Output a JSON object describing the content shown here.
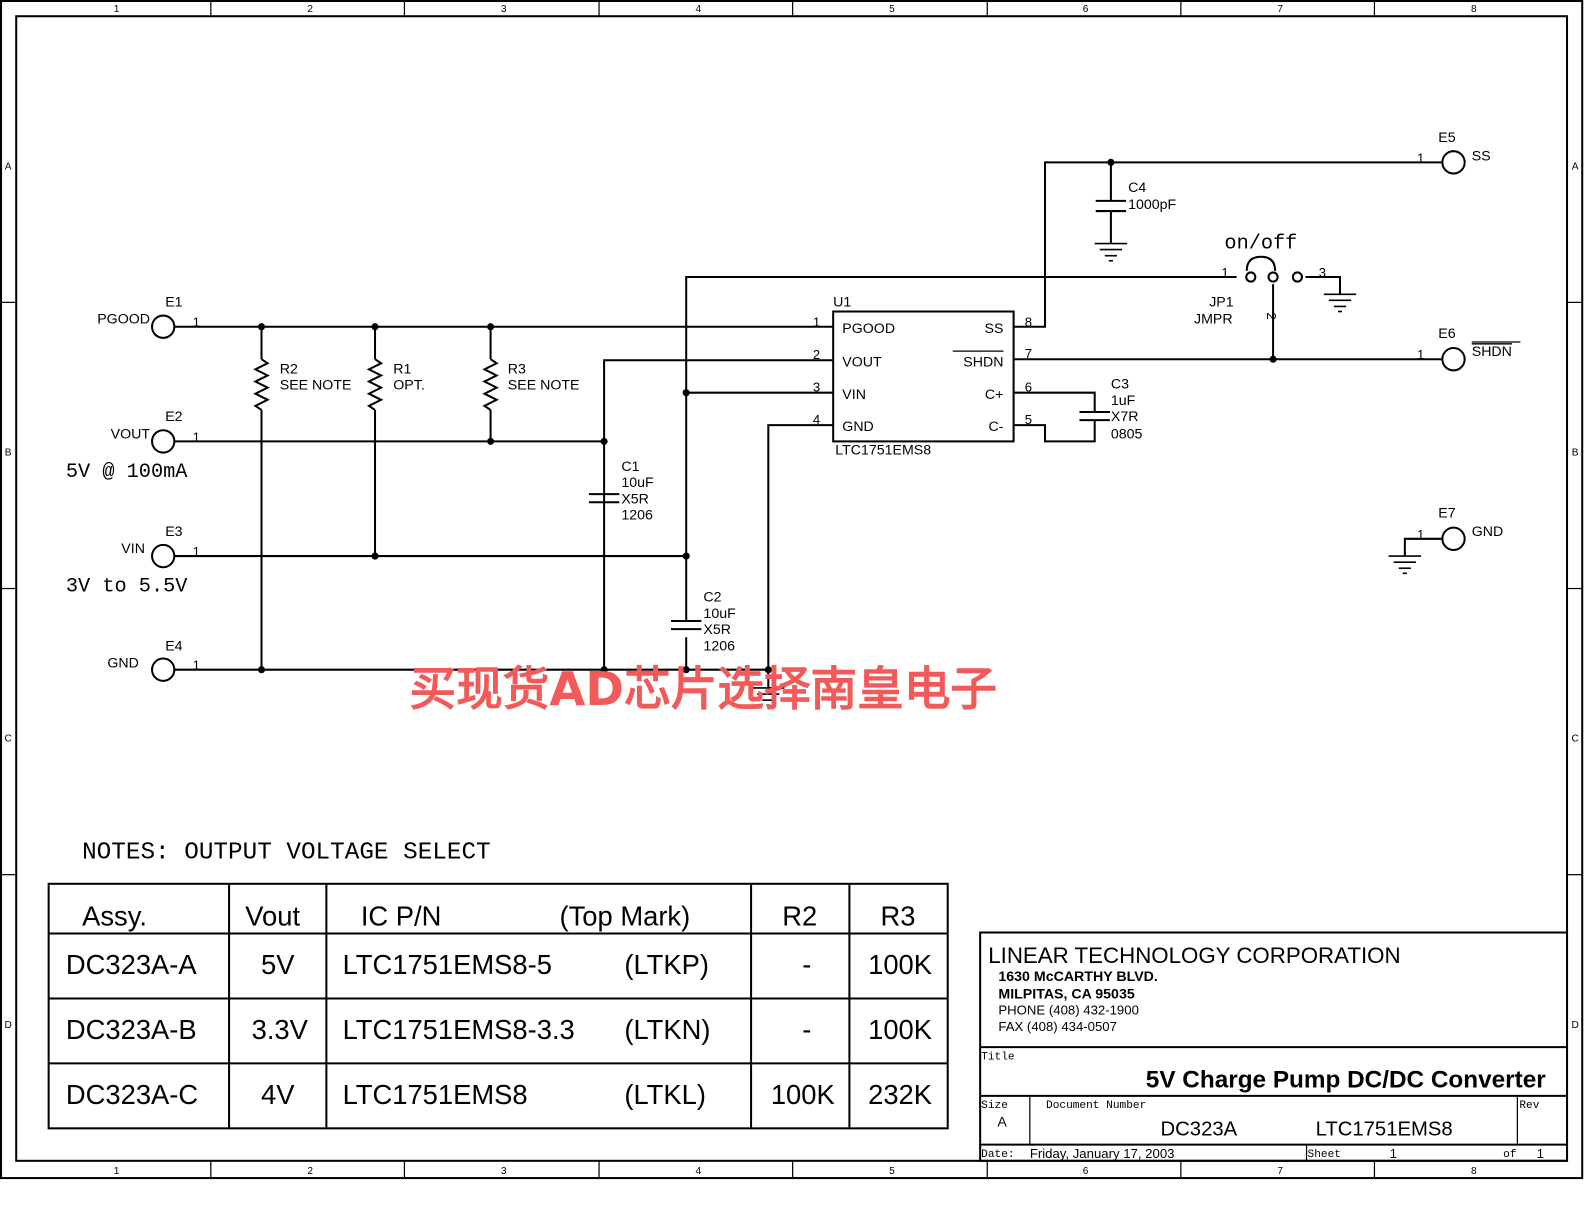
{
  "border": {
    "columns": [
      "1",
      "2",
      "3",
      "4",
      "5",
      "6",
      "7",
      "8"
    ],
    "rows": [
      "A",
      "B",
      "C",
      "D"
    ]
  },
  "terminals": {
    "e1": {
      "ref": "E1",
      "net": "PGOOD",
      "pin": "1"
    },
    "e2": {
      "ref": "E2",
      "net": "VOUT",
      "pin": "1",
      "note": "5V @ 100mA"
    },
    "e3": {
      "ref": "E3",
      "net": "VIN",
      "pin": "1",
      "note": "3V to 5.5V"
    },
    "e4": {
      "ref": "E4",
      "net": "GND",
      "pin": "1"
    },
    "e5": {
      "ref": "E5",
      "net": "SS",
      "pin": "1"
    },
    "e6": {
      "ref": "E6",
      "net": "SHDN",
      "pin": "1"
    },
    "e7": {
      "ref": "E7",
      "net": "GND",
      "pin": "1"
    }
  },
  "resistors": {
    "r2": {
      "ref": "R2",
      "value": "SEE NOTE"
    },
    "r1": {
      "ref": "R1",
      "value": "OPT."
    },
    "r3": {
      "ref": "R3",
      "value": "SEE NOTE"
    }
  },
  "capacitors": {
    "c1": {
      "ref": "C1",
      "value": "10uF",
      "dielectric": "X5R",
      "size": "1206"
    },
    "c2": {
      "ref": "C2",
      "value": "10uF",
      "dielectric": "X5R",
      "size": "1206"
    },
    "c3": {
      "ref": "C3",
      "value": "1uF",
      "dielectric": "X7R",
      "size": "0805"
    },
    "c4": {
      "ref": "C4",
      "value": "1000pF"
    }
  },
  "ic": {
    "ref": "U1",
    "part": "LTC1751EMS8",
    "left_pins": [
      {
        "num": "1",
        "name": "PGOOD"
      },
      {
        "num": "2",
        "name": "VOUT"
      },
      {
        "num": "3",
        "name": "VIN"
      },
      {
        "num": "4",
        "name": "GND"
      }
    ],
    "right_pins": [
      {
        "num": "8",
        "name": "SS"
      },
      {
        "num": "7",
        "name": "SHDN"
      },
      {
        "num": "6",
        "name": "C+"
      },
      {
        "num": "5",
        "name": "C-"
      }
    ]
  },
  "jumper": {
    "ref": "JP1",
    "type": "JMPR",
    "label": "on/off",
    "pins": [
      "1",
      "2",
      "3"
    ]
  },
  "watermark": "买现货AD芯片选择南皇电子",
  "notes": {
    "title": "NOTES: OUTPUT VOLTAGE SELECT",
    "headers": [
      "Assy.",
      "Vout",
      "IC P/N",
      "(Top Mark)",
      "R2",
      "R3"
    ],
    "rows": [
      {
        "assy": "DC323A-A",
        "vout": "5V",
        "ic": "LTC1751EMS8-5",
        "mark": "(LTKP)",
        "r2": "-",
        "r3": "100K"
      },
      {
        "assy": "DC323A-B",
        "vout": "3.3V",
        "ic": "LTC1751EMS8-3.3",
        "mark": "(LTKN)",
        "r2": "-",
        "r3": "100K"
      },
      {
        "assy": "DC323A-C",
        "vout": "4V",
        "ic": "LTC1751EMS8",
        "mark": "(LTKL)",
        "r2": "100K",
        "r3": "232K"
      }
    ]
  },
  "title_block": {
    "company": "LINEAR TECHNOLOGY CORPORATION",
    "address1": "1630 McCARTHY BLVD.",
    "address2": "MILPITAS, CA  95035",
    "phone": "PHONE (408) 432-1900",
    "fax": "FAX (408) 434-0507",
    "title_label": "Title",
    "title": "5V Charge Pump DC/DC Converter",
    "size_label": "Size",
    "size": "A",
    "docnum_label": "Document Number",
    "docnum": "DC323A",
    "docnum_part": "LTC1751EMS8",
    "rev_label": "Rev",
    "date_label": "Date:",
    "date": "Friday, January 17, 2003",
    "sheet_label": "Sheet",
    "sheet": "1",
    "of_label": "of",
    "of": "1"
  }
}
